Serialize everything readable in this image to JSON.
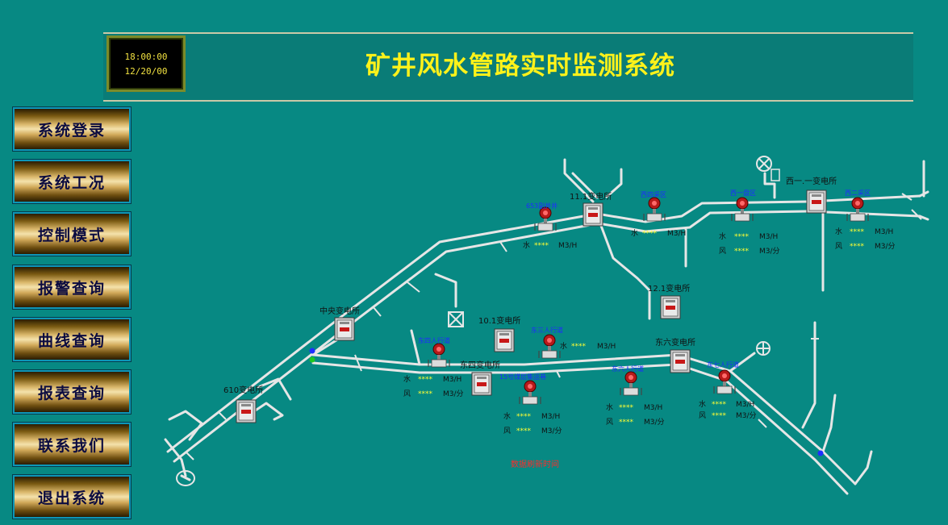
{
  "header": {
    "title": "矿井风水管路实时监测系统",
    "clock_time": "18:00:00",
    "clock_date": "12/20/00"
  },
  "menu": [
    {
      "label": "系统登录"
    },
    {
      "label": "系统工况"
    },
    {
      "label": "控制模式"
    },
    {
      "label": "报警查询"
    },
    {
      "label": "曲线查询"
    },
    {
      "label": "报表查询"
    },
    {
      "label": "联系我们"
    },
    {
      "label": "退出系统"
    }
  ],
  "substations": {
    "s11": "11.1变电所",
    "west1": "西一.一变电所",
    "s12": "12.1变电所",
    "central": "中央变电所",
    "s10": "10.1变电所",
    "east4": "东四变电所",
    "east6": "东六变电所",
    "s610": "610变电所"
  },
  "sensors": {
    "a": "653副井井",
    "b": "西四采区",
    "c": "西一盘区",
    "d": "西二采区",
    "e": "东四人行道",
    "f": "东三人行道",
    "g": "15号煤层集运巷",
    "h": "东六人行道",
    "i": "东七人行道"
  },
  "readings": {
    "water_prefix": "水",
    "air_prefix": "风",
    "stars": "****",
    "water_unit": "M3/H",
    "air_unit": "M3/分"
  },
  "footer": {
    "refresh_label": "数据刷新时间"
  },
  "colors": {
    "background": "#078983",
    "title": "#fff21a",
    "pipe": "#e6e6e6",
    "sensor_label": "#1f2cff",
    "value_stars": "#ffff33",
    "refresh_text": "#ff2a2a"
  }
}
